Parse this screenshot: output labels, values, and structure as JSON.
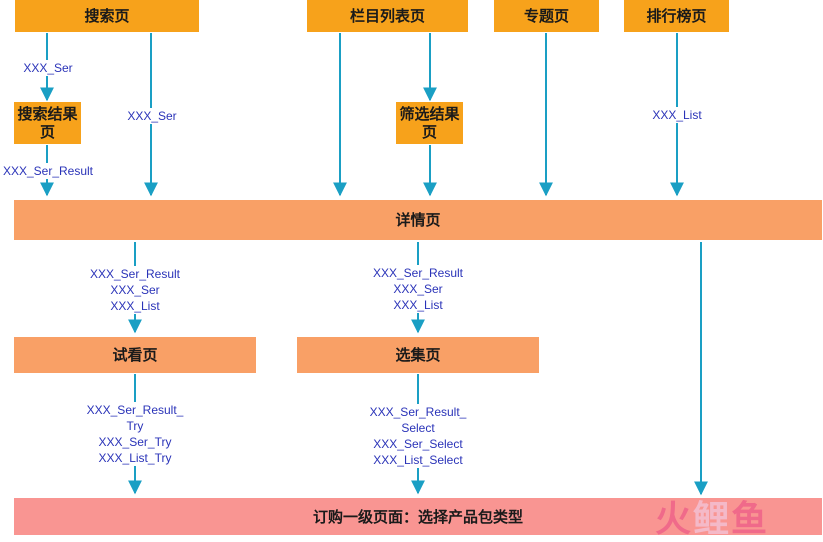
{
  "colors": {
    "top_box": "#f7a21b",
    "mid_box": "#f9a066",
    "bottom_box": "#f99592",
    "arrow": "#1a9fc4",
    "label_text": "#2a33b8"
  },
  "nodes": {
    "search": "搜索页",
    "column_list": "栏目列表页",
    "topic": "专题页",
    "ranking": "排行榜页",
    "search_result": "搜索结果页",
    "filter_result": "筛选结果页",
    "detail": "详情页",
    "trial": "试看页",
    "episode_select": "选集页",
    "order": "订购一级页面：选择产品包类型"
  },
  "edge_labels": {
    "search_to_result": "XXX_Ser",
    "search_to_detail": "XXX_Ser",
    "result_to_detail": "XXX_Ser_Result",
    "ranking_to_detail": "XXX_List",
    "detail_to_trial": [
      "XXX_Ser_Result",
      "XXX_Ser",
      "XXX_List"
    ],
    "detail_to_select": [
      "XXX_Ser_Result",
      "XXX_Ser",
      "XXX_List"
    ],
    "trial_to_order": [
      "XXX_Ser_Result_",
      "Try",
      "XXX_Ser_Try",
      "XXX_List_Try"
    ],
    "select_to_order": [
      "XXX_Ser_Result_",
      "Select",
      "XXX_Ser_Select",
      "XXX_List_Select"
    ]
  },
  "watermark": {
    "glyph1": "火",
    "glyph2": "鲤",
    "glyph3": "鱼"
  }
}
